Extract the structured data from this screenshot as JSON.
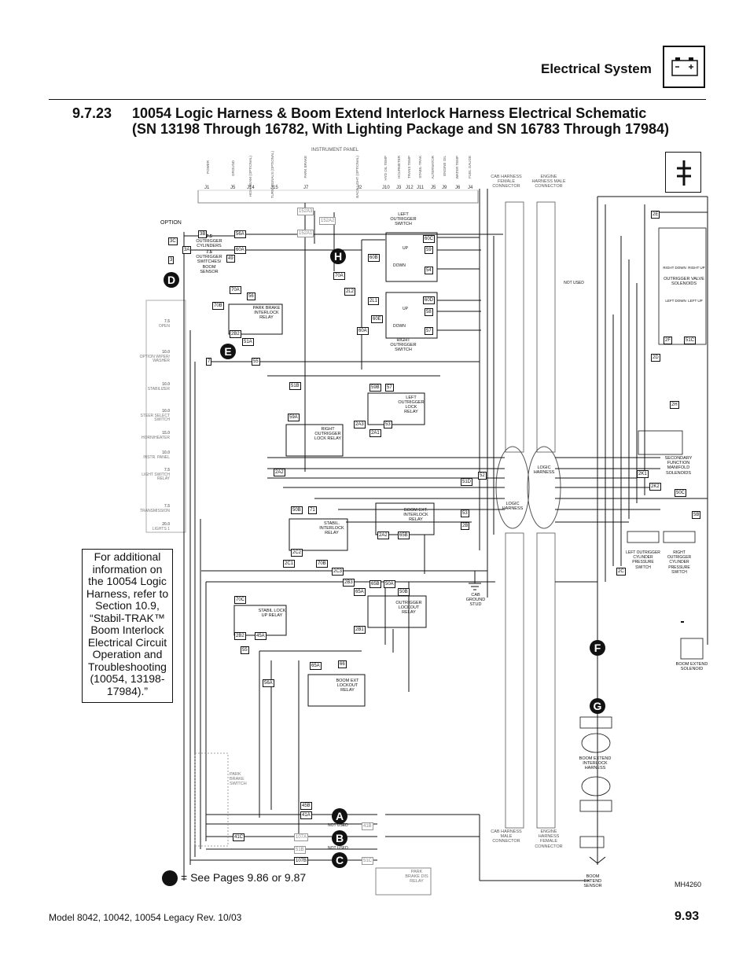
{
  "header": {
    "title": "Electrical System",
    "section_number": "9.7.23",
    "section_title_line1": "10054 Logic Harness & Boom Extend Interlock Harness Electrical Schematic",
    "section_title_line2": "(SN 13198 Through 16782, With Lighting Package and SN 16783 Through 17984)"
  },
  "instrument_panel": {
    "label": "INSTRUMENT PANEL",
    "gauges": [
      "POWER",
      "GROUND",
      "HIGH BEAM (OPTIONAL)",
      "TURN SIGNALS (OPTIONAL)",
      "PARK BRAKE",
      "BACK LIGHT (OPTIONAL)",
      "HYD OIL TEMP",
      "HOURMETER",
      "TRANS TEMP",
      "STABIL-TRAK",
      "ALTERNATOR",
      "ENGINE OIL",
      "WATER TEMP",
      "FUEL GAUGE"
    ],
    "connectors": [
      "J1",
      "J5",
      "J14",
      "J15",
      "J7",
      "J2",
      "J10",
      "J3",
      "J12",
      "J11",
      "J5",
      "J9",
      "J6",
      "J4"
    ]
  },
  "connectors_top": {
    "cab_female": "CAB HARNESS FEMALE CONNECTOR",
    "engine_male": "ENGINE HARNESS MALE CONNECTOR"
  },
  "connectors_bottom": {
    "cab_male": "CAB HARNESS MALE CONNECTOR",
    "engine_female": "ENGINE HARNESS FEMALE CONNECTOR"
  },
  "fuses": [
    {
      "amps": "7.5",
      "label": "OPEN"
    },
    {
      "amps": "10.0",
      "label": "OPTION WIPER/ WASHER"
    },
    {
      "amps": "10.0",
      "label": "STABILIZER"
    },
    {
      "amps": "10.0",
      "label": "STEER SELECT SWITCH"
    },
    {
      "amps": "15.0",
      "label": "HORN/HEATER"
    },
    {
      "amps": "10.0",
      "label": "INSTR. PANEL"
    },
    {
      "amps": "7.5",
      "label": "LIGHT SWITCH RELAY"
    },
    {
      "amps": "7.5",
      "label": "TRANSMISSION"
    },
    {
      "amps": "20.0",
      "label": "LIGHTS 1"
    }
  ],
  "option": {
    "label": "OPTION",
    "fuse1": "7.5",
    "fuse1_label": "OUTRIGGER CYLINDERS",
    "fuse2": "7.5",
    "fuse2_label": "OUTRIGGER SWITCHES/ BOOM SENSOR"
  },
  "relays": {
    "park_brake_interlock": "PARK BRAKE INTERLOCK RELAY",
    "left_outrigger_lock": "LEFT OUTRIGGER LOCK RELAY",
    "right_outrigger_lock": "RIGHT OUTRIGGER LOCK RELAY",
    "boom_ext_interlock": "BOOM EXT. INTERLOCK RELAY",
    "stabil_interlock": "STABIL. INTERLOCK RELAY",
    "outrigger_lockout": "OUTRIGGER LOCKOUT RELAY",
    "stabil_lock_up": "STABIL LOCK UP RELAY",
    "boom_ext_lockout": "BOOM EXT LOCKOUT RELAY",
    "park_brake_dis": "PARK BRAKE DIS RELAY"
  },
  "switches": {
    "left_outrigger": "LEFT OUTRIGGER SWITCH",
    "right_outrigger": "RIGHT OUTRIGGER SWITCH",
    "park_brake": "PARK BRAKE SWITCH",
    "up": "UP",
    "down": "DOWN"
  },
  "right_side": {
    "outrigger_valve": "OUTRIGGER VALVE SOLENOIDS",
    "right_down": "RIGHT DOWN",
    "right_up": "RIGHT UP",
    "left_down": "LEFT DOWN",
    "left_up": "LEFT UP",
    "not_used": "NOT USED",
    "secondary": "SECONDARY FUNCTION MANIFOLD SOLENOIDS",
    "left_press": "LEFT OUTRIGGER CYLINDER PRESSURE SWITCH",
    "right_press": "RIGHT OUTRIGGER CYLINDER PRESSURE SWITCH",
    "boom_solenoid": "BOOM EXTEND SOLENOID",
    "boom_harness": "BOOM EXTEND INTERLOCK HARNESS",
    "boom_sensor": "BOOM EXTEND SENSOR",
    "cab_ground": "CAB GROUND STUD",
    "logic_harness": "LOGIC HARNESS"
  },
  "callouts": [
    "D",
    "E",
    "H",
    "F",
    "G",
    "A",
    "B",
    "C"
  ],
  "not_used_a": "NOT USED",
  "not_used_b": "NOT USED",
  "note": "For additional information on the 10054 Logic Harness, refer to Section 10.9, “Stabil-TRAK™ Boom Interlock Electrical Circuit Operation and Troubleshooting (10054, 13198-17984).”",
  "legend": "= See Pages 9.86 or 9.87",
  "figure_code": "MH4260",
  "footer": {
    "model": "Model  8042, 10042, 10054 Legacy    Rev. 10/03",
    "page": "9.93"
  },
  "tags": [
    "3B",
    "3A",
    "3C",
    "3",
    "56A",
    "60A",
    "49",
    "152A3",
    "152A2",
    "152A1",
    "70A",
    "2L2",
    "2L1",
    "60B",
    "60E",
    "60C",
    "60D",
    "60A",
    "54",
    "59",
    "58",
    "57",
    "70A",
    "70B",
    "56",
    "2B2",
    "51A",
    "51B",
    "55",
    "7",
    "59B",
    "57",
    "59A",
    "2A3",
    "2A1",
    "53",
    "2A2",
    "50B",
    "71",
    "65B",
    "65A",
    "2A2",
    "70C",
    "70B",
    "2C2",
    "2C1",
    "2C3",
    "2B3",
    "65B",
    "50A",
    "50B",
    "2B1",
    "2B2",
    "45A",
    "55",
    "66",
    "56A",
    "65A",
    "45B",
    "41A",
    "41B",
    "41C",
    "107A",
    "51B",
    "107B",
    "51C",
    "51D",
    "52",
    "50C",
    "53",
    "2B",
    "2E",
    "2D",
    "2F",
    "2C",
    "51C",
    "2K1",
    "2K2",
    "2H",
    "5B"
  ]
}
